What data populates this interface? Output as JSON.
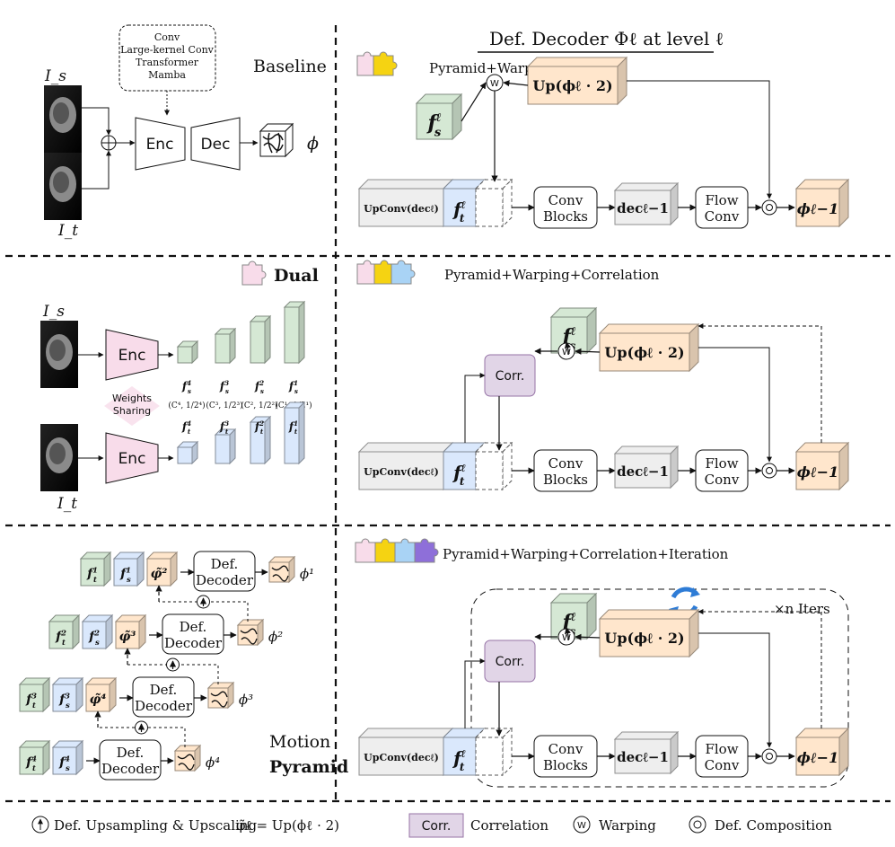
{
  "baseline": {
    "title": "Baseline",
    "encoder_options": [
      "Conv",
      "Large-kernel Conv",
      "Transformer",
      "Mamba"
    ],
    "enc": "Enc",
    "dec": "Dec",
    "input_source": "I_s",
    "input_target": "I_t",
    "output": "ϕ"
  },
  "dual": {
    "title": "Dual",
    "enc_top": "Enc",
    "enc_bottom": "Enc",
    "weights_sharing": "Weights Sharing",
    "input_source": "I_s",
    "input_target": "I_t",
    "source_features": [
      "f_s^4",
      "f_s^3",
      "f_s^2",
      "f_s^1"
    ],
    "target_features": [
      "f_t^4",
      "f_t^3",
      "f_t^2",
      "f_t^1"
    ],
    "feature_dims": [
      "(C⁴, 1/2⁴)",
      "(C³, 1/2³)",
      "(C², 1/2²)",
      "(C¹, 1/2¹)"
    ]
  },
  "motion_pyramid": {
    "title_line1": "Motion",
    "title_line2": "Pyramid",
    "decoder_label_line1": "Def.",
    "decoder_label_line2": "Decoder",
    "levels": [
      {
        "ft": "f_t^1",
        "fs": "f_s^1",
        "phi_tilde": "φ̃²",
        "out": "ϕ¹"
      },
      {
        "ft": "f_t^2",
        "fs": "f_s^2",
        "phi_tilde": "φ̃³",
        "out": "ϕ²"
      },
      {
        "ft": "f_t^3",
        "fs": "f_s^3",
        "phi_tilde": "φ̃⁴",
        "out": "ϕ³"
      },
      {
        "ft": "f_t^4",
        "fs": "f_s^4",
        "phi_tilde": "",
        "out": "ϕ⁴"
      }
    ]
  },
  "decoder": {
    "heading": "Def. Decoder Φℓ at level ℓ",
    "panel1_caption": "Pyramid+Warping",
    "panel2_caption": "Pyramid+Warping+Correlation",
    "panel3_caption": "Pyramid+Warping+Correlation+Iteration",
    "fs_label": "f_s^ℓ",
    "ft_label": "f_t^ℓ",
    "up_label": "Up(ϕℓ · 2)",
    "upconv_label": "UpConv(decℓ)",
    "conv_blocks_line1": "Conv",
    "conv_blocks_line2": "Blocks",
    "dec_label": "decℓ−1",
    "flow_conv_line1": "Flow",
    "flow_conv_line2": "Conv",
    "phi_out": "ϕℓ−1",
    "corr": "Corr.",
    "warp_symbol": "W",
    "iters": "×n Iters"
  },
  "legend": {
    "upsampling": "Def. Upsampling & Upscaling",
    "upsampling_formula": "φ̃ℓ = Up(ϕℓ · 2)",
    "corr_box": "Corr.",
    "correlation": "Correlation",
    "warp_symbol": "W",
    "warping": "Warping",
    "composition": "Def. Composition"
  },
  "colors": {
    "green": "#d5e8d4",
    "blue": "#dae8fc",
    "orange": "#ffe6cc",
    "purple": "#e1d5e7",
    "pink": "#f8dcea",
    "yellow": "#f5d312",
    "sky": "#a9d3f5",
    "violet": "#8e6fd9",
    "gray": "#eeeeee"
  }
}
